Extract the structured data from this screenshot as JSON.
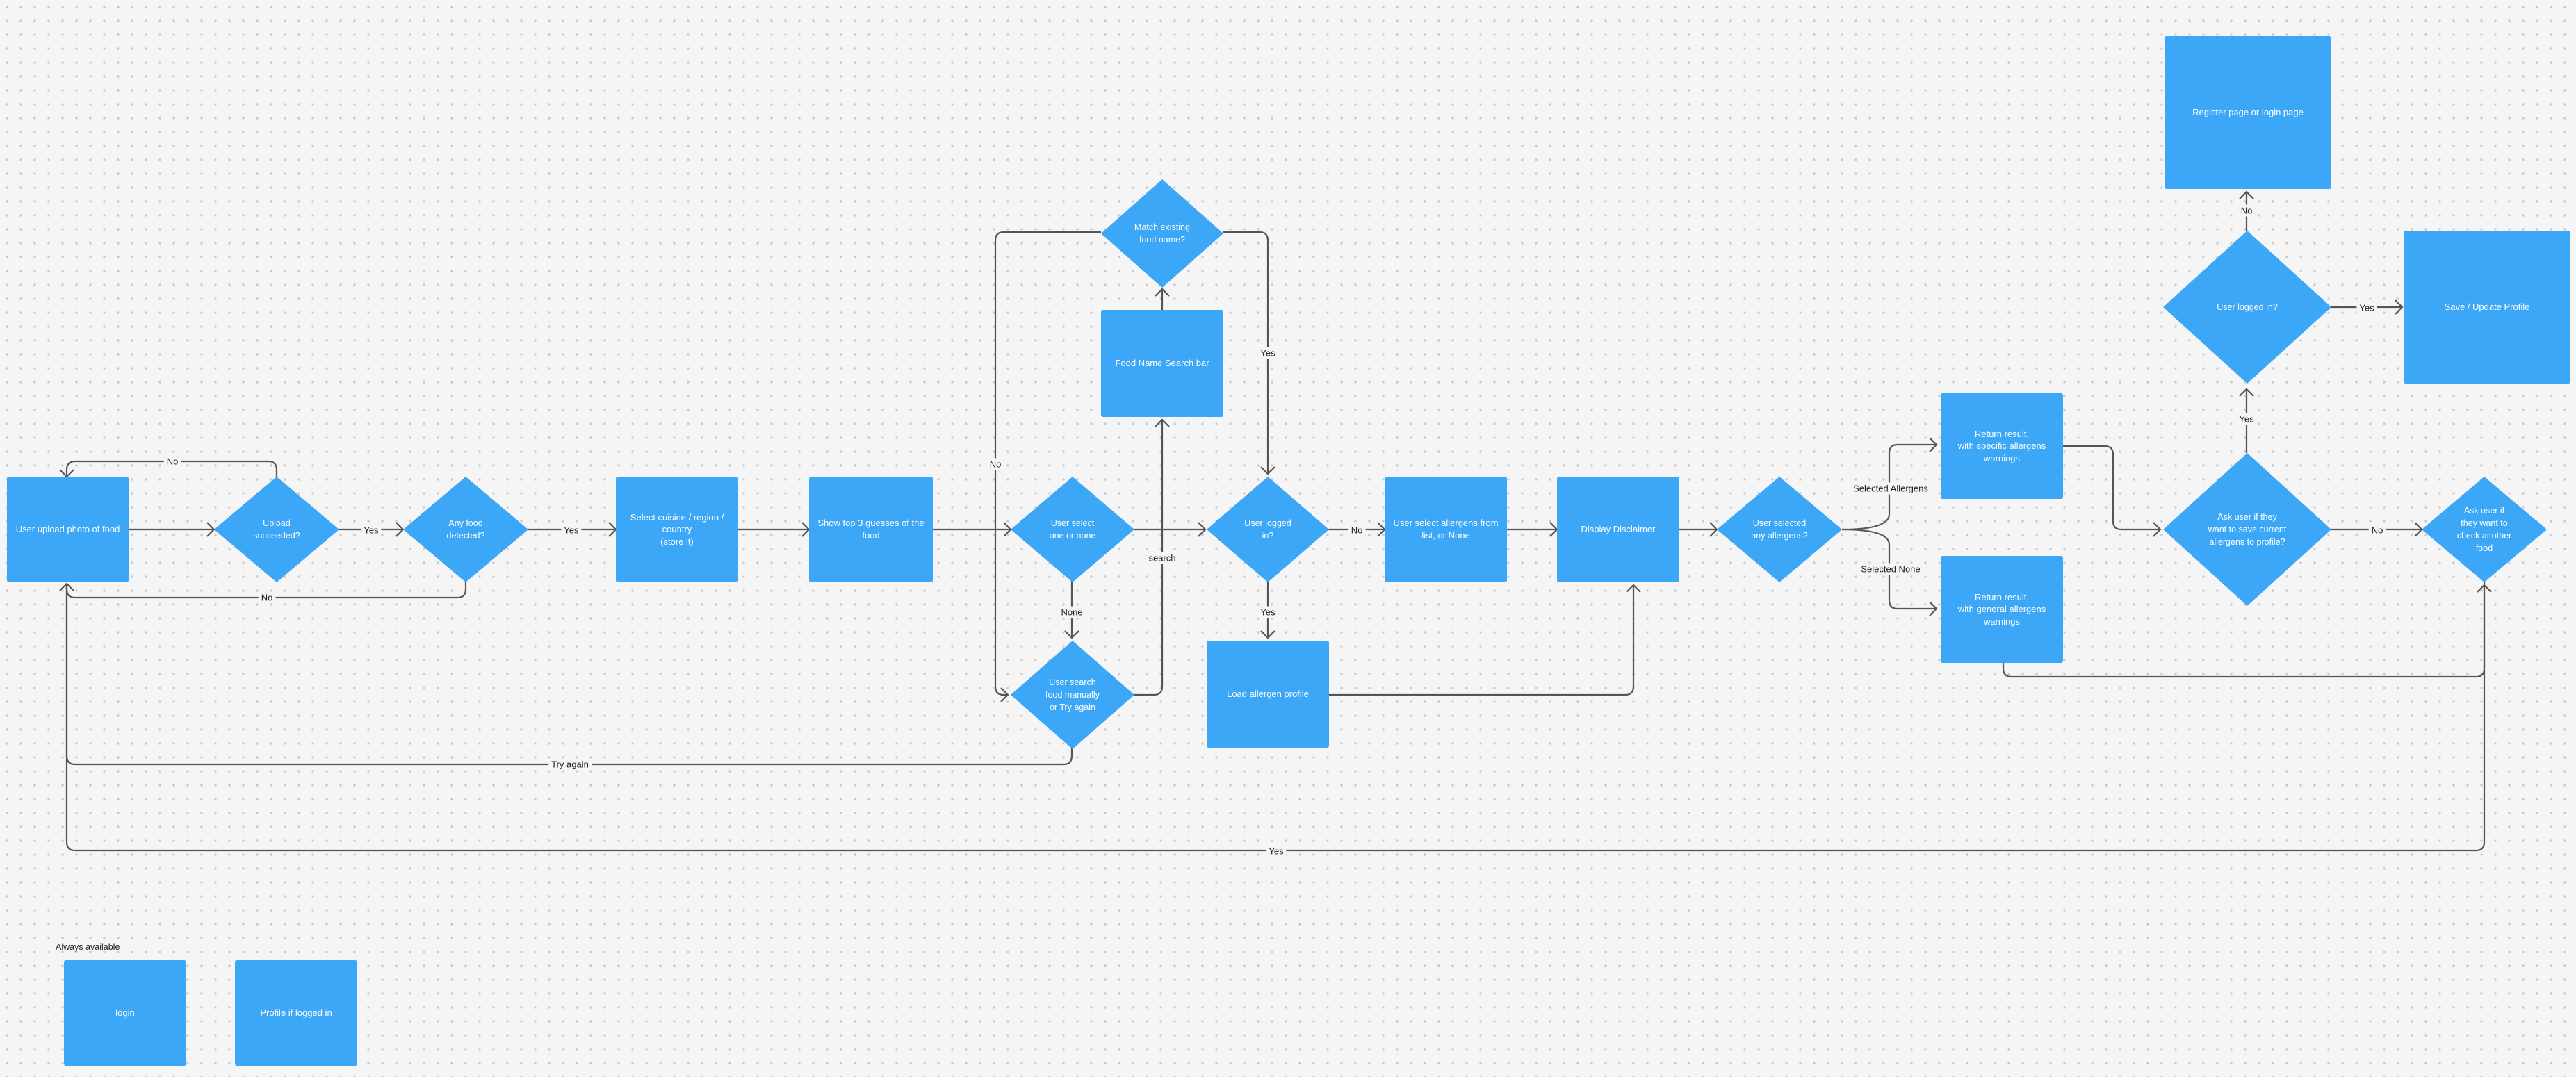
{
  "nodes": {
    "upload_photo": "User upload photo of food",
    "upload_succeeded": "Upload\nsucceeded?",
    "food_detected": "Any food\ndetected?",
    "select_cuisine": "Select cuisine / region /\ncountry\n(store it)",
    "top3_guesses": "Show top 3 guesses of the\nfood",
    "select_one_none": "User select\none or none",
    "search_manual": "User search\nfood manually\nor Try again",
    "food_search_bar": "Food Name Search bar",
    "match_existing": "Match existing\nfood name?",
    "logged_in_1": "User logged\nin?",
    "load_allergen": "Load allergen profile",
    "select_allergens": "User select allergens from\nlist, or None",
    "display_disclaimer": "Display Disclaimer",
    "selected_any": "User selected\nany allergens?",
    "result_specific": "Return result,\nwith specific allergens\nwarnings",
    "result_general": "Return result,\nwith general allergens\nwarnings",
    "ask_save": "Ask user if they\nwant to save current\nallergens to profile?",
    "logged_in_2": "User logged in?",
    "register_login": "Register page or login page",
    "save_profile": "Save / Update Profile",
    "ask_another": "Ask user if\nthey want to\ncheck another\nfood",
    "login": "login",
    "profile_logged": "Profile if logged in"
  },
  "edge_labels": {
    "upload_no": "No",
    "upload_yes": "Yes",
    "detected_no": "No",
    "detected_yes": "Yes",
    "none": "None",
    "search": "search",
    "match_no": "No",
    "match_yes": "Yes",
    "try_again": "Try again",
    "login1_no": "No",
    "login1_yes": "Yes",
    "selected_allergens": "Selected Allergens",
    "selected_none": "Selected None",
    "save_yes": "Yes",
    "save_no": "No",
    "login2_no": "No",
    "login2_yes": "Yes",
    "another_yes": "Yes"
  },
  "sections": {
    "always_available": "Always available"
  },
  "colors": {
    "node_fill": "#3ca6f7",
    "edge": "#555555",
    "canvas": "#f5f5f5"
  }
}
